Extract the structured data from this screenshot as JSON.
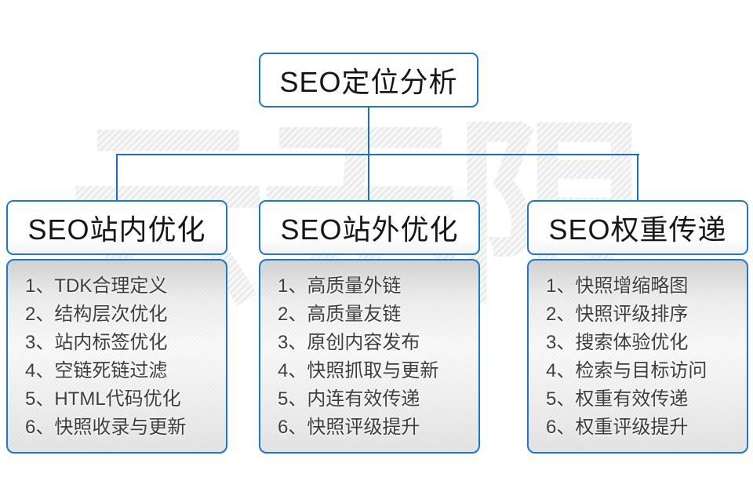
{
  "watermark": {
    "text": "云无限"
  },
  "root": {
    "label": "SEO定位分析"
  },
  "columns": [
    {
      "header": "SEO站内优化",
      "items": [
        "1、TDK合理定义",
        "2、结构层次优化",
        "3、站内标签优化",
        "4、空链死链过滤",
        "5、HTML代码优化",
        "6、快照收录与更新"
      ]
    },
    {
      "header": "SEO站外优化",
      "items": [
        "1、高质量外链",
        "2、高质量友链",
        "3、原创内容发布",
        "4、快照抓取与更新",
        "5、内连有效传递",
        "6、快照评级提升"
      ]
    },
    {
      "header": "SEO权重传递",
      "items": [
        "1、快照增缩略图",
        "2、快照评级排序",
        "3、搜索体验优化",
        "4、检索与目标访问",
        "5、权重有效传递",
        "6、权重评级提升"
      ]
    }
  ],
  "colors": {
    "accent_border": "#1e78c8",
    "connector": "#1b6ec2",
    "header_text": "#161616",
    "item_text": "#3d3d3d",
    "watermark_gray": "#ececec"
  }
}
